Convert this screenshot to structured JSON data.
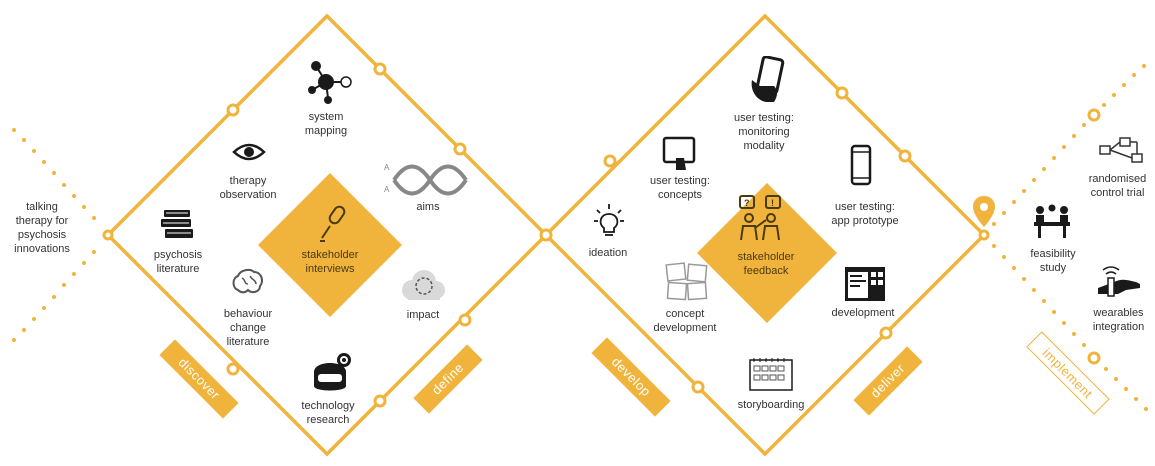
{
  "colors": {
    "accent": "#F0B43C",
    "ink": "#1a1a1a",
    "text": "#333333",
    "center_fill": "#F0B43C"
  },
  "labels": {
    "intro": "talking\ntherapy for\npsychosis\ninnovations",
    "system_mapping": "system\nmapping",
    "therapy_observation": "therapy\nobservation",
    "aims": "aims",
    "psychosis_literature": "psychosis\nliterature",
    "stakeholder_interviews": "stakeholder\ninterviews",
    "impact": "impact",
    "behaviour_change": "behaviour\nchange\nliterature",
    "technology_research": "technology\nresearch",
    "user_testing_concepts": "user testing:\nconcepts",
    "user_testing_monitoring": "user testing:\nmonitoring\nmodality",
    "user_testing_app": "user testing:\napp prototype",
    "ideation": "ideation",
    "stakeholder_feedback": "stakeholder\nfeedback",
    "concept_development": "concept\ndevelopment",
    "development": "development",
    "storyboarding": "storyboarding",
    "randomised_trial": "randomised\ncontrol trial",
    "feasibility_study": "feasibility\nstudy",
    "wearables": "wearables\nintegration"
  },
  "phases": {
    "discover": "discover",
    "define": "define",
    "develop": "develop",
    "deliver": "deliver",
    "implement": "implement"
  },
  "icons": [
    "network-icon",
    "eye-icon",
    "dna-icon",
    "books-icon",
    "microphone-icon",
    "brain-icon",
    "cloud-icon",
    "vr-headset-icon",
    "tablet-touch-icon",
    "smartphone-hand-icon",
    "smartphone-icon",
    "lightbulb-icon",
    "people-discussion-icon",
    "sketches-icon",
    "code-window-icon",
    "storyboard-icon",
    "flowchart-icon",
    "meeting-table-icon",
    "wearable-hand-icon",
    "location-pin-icon"
  ]
}
